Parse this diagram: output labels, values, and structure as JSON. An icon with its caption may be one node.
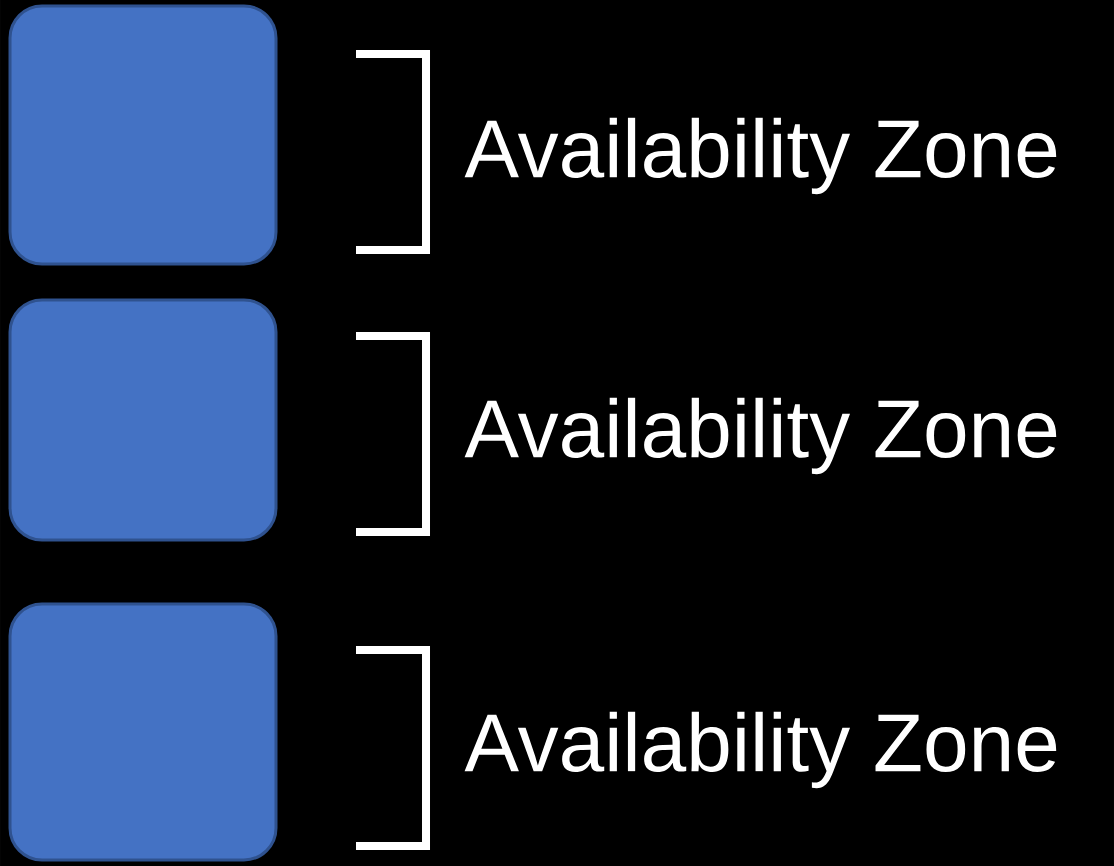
{
  "diagram": {
    "nodes": [
      {
        "text": [],
        "shape": "box"
      },
      {
        "text": [],
        "shape": "box"
      },
      {
        "text": [],
        "shape": "box"
      }
    ],
    "labels": [
      "Availability Zone",
      "Availability Zone",
      "Availability Zone"
    ]
  }
}
